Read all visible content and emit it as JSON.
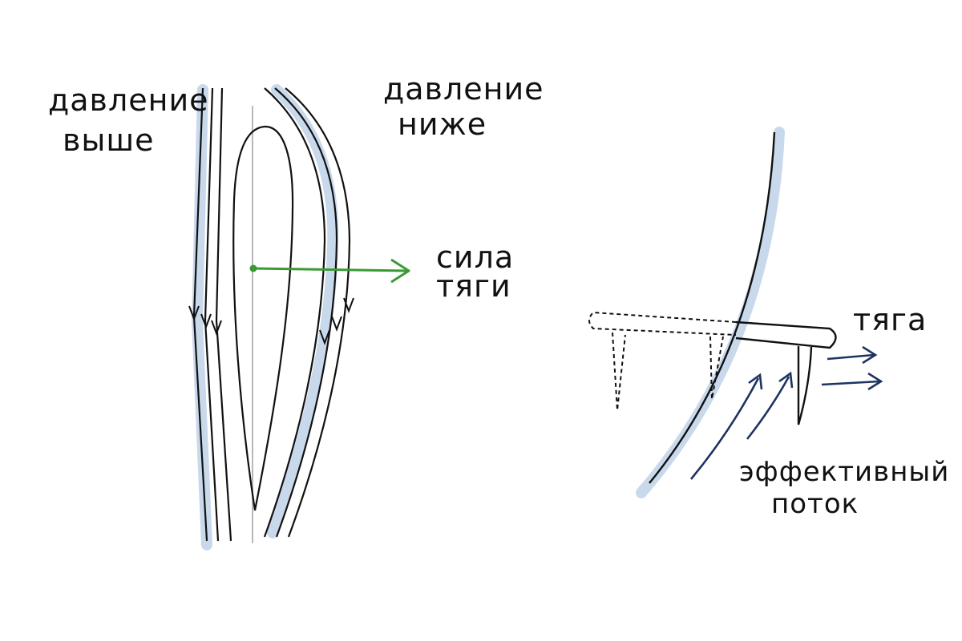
{
  "left_diagram": {
    "label_pressure_above": [
      "давление",
      "выше"
    ],
    "label_pressure_below": [
      "давление",
      "ниже"
    ],
    "label_force": [
      "сила",
      "тяги"
    ]
  },
  "right_diagram": {
    "label_thrust": "тяга",
    "label_flow": [
      "эффективный",
      "поток"
    ]
  },
  "colors": {
    "stroke": "#111111",
    "shadow": "#c9d9ec",
    "force_arrow": "#3a9a32",
    "flow_arrow": "#1d3461",
    "axis": "#b8b8b8"
  }
}
